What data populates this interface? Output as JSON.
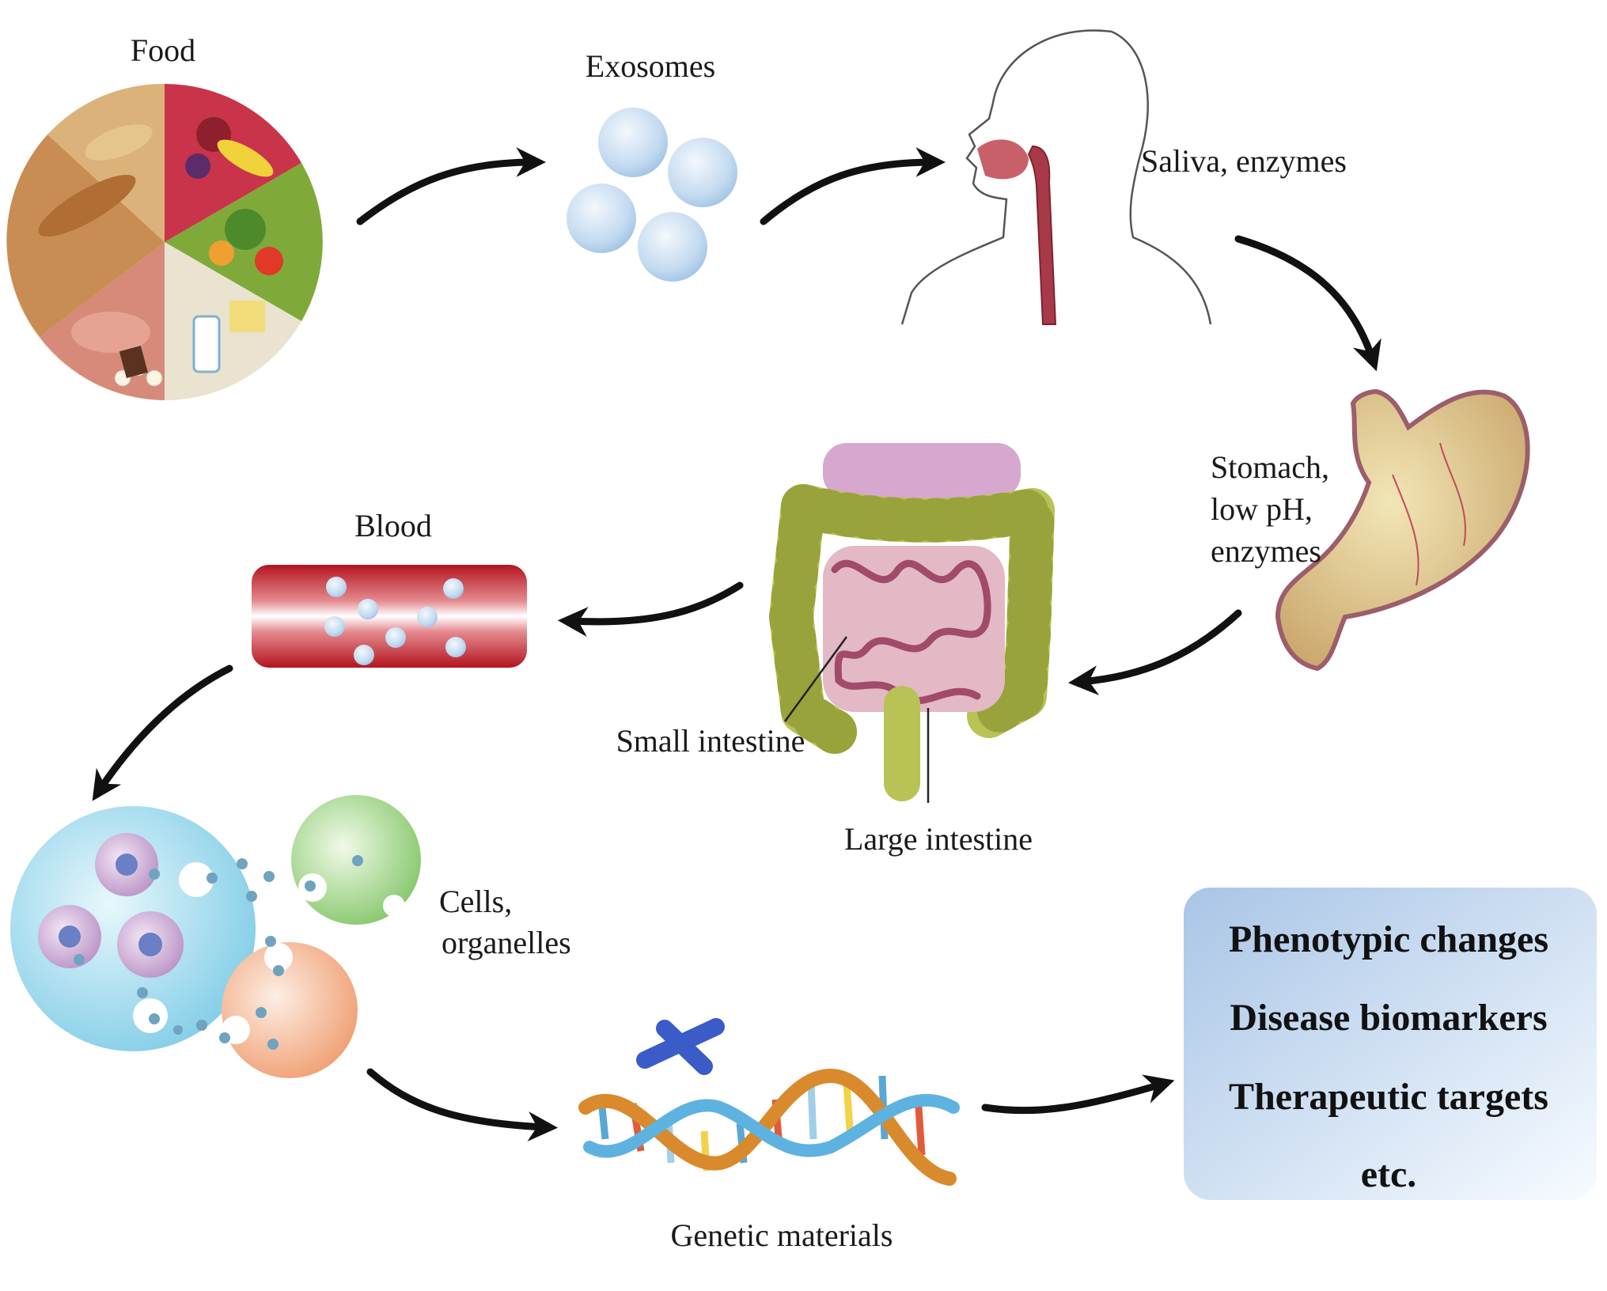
{
  "labels": {
    "food": "Food",
    "exosomes": "Exosomes",
    "saliva": "Saliva, enzymes",
    "stomach": [
      "Stomach,",
      "low pH,",
      "enzymes"
    ],
    "blood": "Blood",
    "small_intestine": "Small intestine",
    "large_intestine": "Large intestine",
    "cells": [
      "Cells,",
      "organelles"
    ],
    "genetic": "Genetic materials"
  },
  "outcomes": [
    "Phenotypic changes",
    "Disease biomarkers",
    "Therapeutic targets",
    "etc."
  ],
  "colors": {
    "arrow": "#111111",
    "exosome": "#a9cbe8",
    "blood_red": "#c8202b",
    "intestine_green": "#b9c254",
    "stomach_tan": "#d8c48c",
    "cell_blue": "#9fd8ec",
    "cell_green": "#8fd07a",
    "cell_orange": "#f2a47a",
    "outcome_box": "#bcd3ec"
  }
}
